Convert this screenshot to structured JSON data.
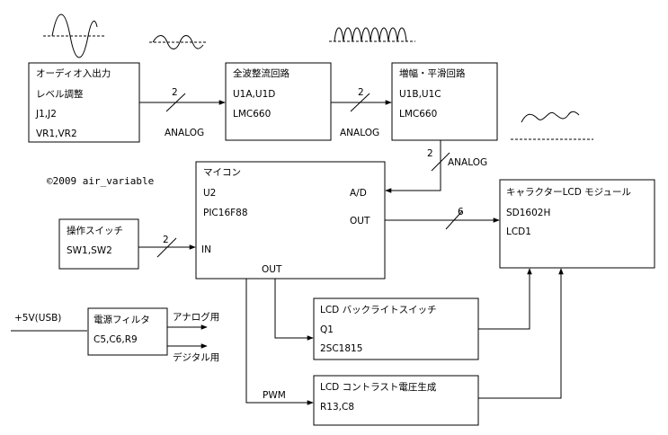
{
  "blocks": {
    "audio_io": {
      "lines": [
        "オーディオ入出力",
        "レベル調整",
        "J1,J2",
        "VR1,VR2"
      ]
    },
    "full_wave": {
      "lines": [
        "全波整流回路",
        "U1A,U1D",
        "LMC660"
      ]
    },
    "amp_smooth": {
      "lines": [
        "増幅・平滑回路",
        "U1B,U1C",
        "LMC660"
      ]
    },
    "mcu": {
      "lines": [
        "マイコン",
        "U2",
        "PIC16F88"
      ],
      "port_ad": "A/D",
      "port_out": "OUT",
      "port_in": "IN",
      "port_out2": "OUT"
    },
    "lcd_module": {
      "lines": [
        "キャラクターLCD モジュール",
        "SD1602H",
        "LCD1"
      ]
    },
    "switches": {
      "lines": [
        "操作スイッチ",
        "SW1,SW2"
      ]
    },
    "power_filter": {
      "lines": [
        "電源フィルタ",
        "C5,C6,R9"
      ]
    },
    "backlight": {
      "lines": [
        "LCD バックライトスイッチ",
        "Q1",
        "2SC1815"
      ]
    },
    "contrast": {
      "lines": [
        "LCD コントラスト電圧生成",
        "R13,C8"
      ]
    }
  },
  "bus_labels": {
    "audio_to_fullwave": {
      "count": "2",
      "kind": "ANALOG"
    },
    "fullwave_to_amp": {
      "count": "2",
      "kind": "ANALOG"
    },
    "amp_to_mcu": {
      "count": "2",
      "kind": "ANALOG"
    },
    "mcu_to_lcd": {
      "count": "6"
    },
    "switch_to_mcu": {
      "count": "2"
    }
  },
  "power": {
    "input": "+5V(USB)",
    "analog_out": "アナログ用",
    "digital_out": "デジタル用"
  },
  "pwm_label": "PWM",
  "copyright": "©2009 air_variable"
}
